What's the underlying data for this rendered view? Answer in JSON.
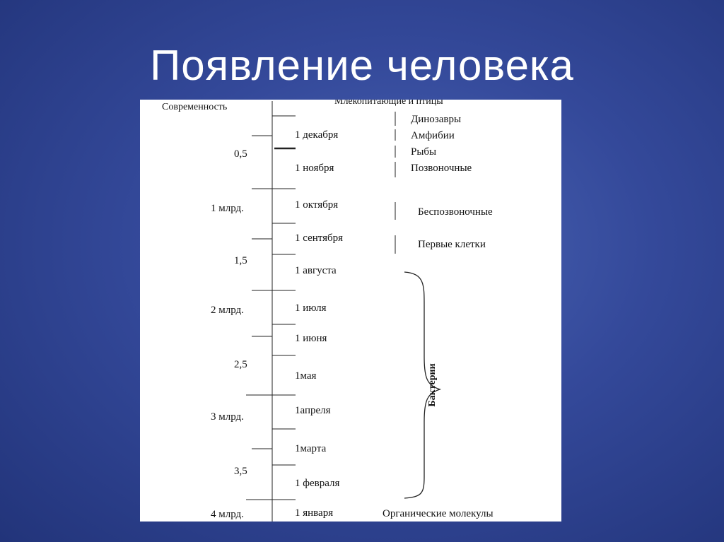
{
  "slide": {
    "title": "Появление человека"
  },
  "timeline": {
    "top_label": "Современность",
    "billion_years": [
      {
        "label": "0,5"
      },
      {
        "label": "1 млрд."
      },
      {
        "label": "1,5"
      },
      {
        "label": "2 млрд."
      },
      {
        "label": "2,5"
      },
      {
        "label": "3 млрд."
      },
      {
        "label": "3,5"
      },
      {
        "label": "4 млрд."
      }
    ],
    "months": [
      {
        "label": "1 декабря"
      },
      {
        "label": "1 ноября"
      },
      {
        "label": "1 октября"
      },
      {
        "label": "1 сентября"
      },
      {
        "label": "1 августа"
      },
      {
        "label": "1 июля"
      },
      {
        "label": "1 июня"
      },
      {
        "label": "1мая"
      },
      {
        "label": "1апреля"
      },
      {
        "label": "1марта"
      },
      {
        "label": "1 февраля"
      },
      {
        "label": "1 января"
      }
    ],
    "life_forms": [
      {
        "label": "Млекопитающие и птицы"
      },
      {
        "label": "Динозавры"
      },
      {
        "label": "Амфибии"
      },
      {
        "label": "Рыбы"
      },
      {
        "label": "Позвоночные"
      },
      {
        "label": "Беспозвоночные"
      },
      {
        "label": "Первые клетки"
      },
      {
        "label": "Бактерии"
      },
      {
        "label": "Органические молекулы"
      }
    ]
  }
}
